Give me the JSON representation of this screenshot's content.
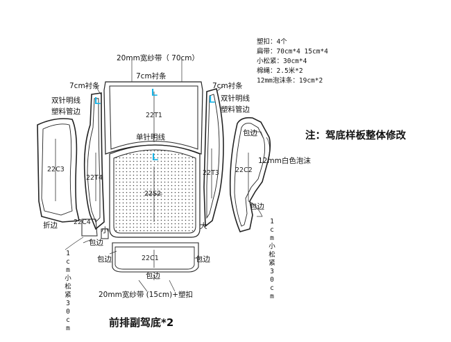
{
  "title": "前排副驾底*2",
  "note": "注：驾底样板整体修改",
  "parts_list": {
    "line1": "塑扣：4个",
    "line2": "扁带：70cm*4     15cm*4",
    "line3": "小松紧：30cm*4",
    "line4": "棉绳：2.5米*2",
    "line5": "12mm泡沫条：19cm*2"
  },
  "pieces": {
    "center_top": "22T1",
    "center_dotted": "22S2",
    "left_outer": "22C3",
    "left_inner": "22T4",
    "right_inner": "22T3",
    "right_outer": "22C2",
    "bottom": "22C1",
    "small_left": "22C4"
  },
  "labels": {
    "top_band": "20mm宽纱带（ 70cm）",
    "top_strip": "7cm衬条",
    "left_strip": "7cm衬条",
    "right_strip": "7cm衬条",
    "left_double_1": "双针明线",
    "left_double_2": "塑料管边",
    "right_double_1": "双针明线",
    "right_double_2": "塑料管边",
    "single_stitch": "单针明线",
    "cyan_L_top": "L",
    "cyan_L_mid": "L",
    "cyan_L_left": "L",
    "cyan_L_right": "L",
    "foam": "12mm白色泡沫",
    "hem_right_top": "包边",
    "hem_right_low": "包边",
    "hem_small": "包边",
    "hem_bottom_left": "包边",
    "hem_bottom_right": "包边",
    "hem_bottom_under": "包边",
    "fold": "折边",
    "small": "小",
    "big": "大",
    "bottom_band": "20mm宽纱带  (15cm)+塑扣"
  },
  "elastic_left": [
    "1",
    "c",
    "m",
    "小",
    "松",
    "紧",
    "3",
    "0",
    "c",
    "m"
  ],
  "elastic_right": [
    "1",
    "c",
    "m",
    "小",
    "松",
    "紧",
    "3",
    "0",
    "c",
    "m"
  ]
}
